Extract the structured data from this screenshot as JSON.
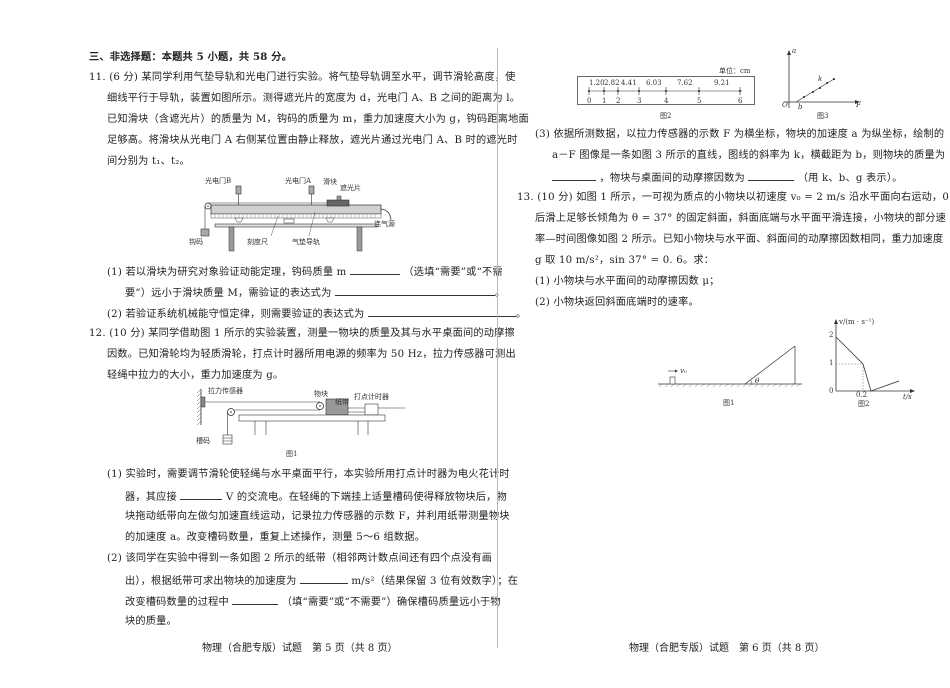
{
  "left_page": {
    "section_header": "三、非选择题：本题共 5 小题，共 58 分。",
    "q11": {
      "lines": [
        "11. (6 分) 某同学利用气垫导轨和光电门进行实验。将气垫导轨调至水平，调节滑轮高度，使",
        "细线平行于导轨，装置如图所示。测得遮光片的宽度为 d，光电门 A、B 之间的距离为 l。",
        "已知滑块（含遮光片）的质量为 M，钩码的质量为 m，重力加速度大小为 g，钩码距离地面",
        "足够高。将滑块从光电门 A 右侧某位置由静止释放，遮光片通过光电门 A、B 时的遮光时",
        "间分别为 t₁、t₂。"
      ],
      "figure_labels": {
        "gate_b": "光电门B",
        "gate_a": "光电门A",
        "slider": "滑块",
        "shade": "遮光片",
        "air_source": "连气源",
        "hook_weight": "钩码",
        "ruler": "刻度尺",
        "air_track": "气垫导轨"
      },
      "part1_a": "(1) 若以滑块为研究对象验证动能定理，钩码质量 m",
      "part1_b": "（选填“需要”或“不需",
      "part1_c": "要”）远小于滑块质量 M，需验证的表达式为",
      "part2": "(2) 若验证系统机械能守恒定律，则需要验证的表达式为",
      "period": "。"
    },
    "q12": {
      "lines": [
        "12. (10 分) 某同学借助图 1 所示的实验装置，测量一物块的质量及其与水平桌面间的动摩擦",
        "因数。已知滑轮均为轻质滑轮，打点计时器所用电源的频率为 50 Hz，拉力传感器可测出",
        "轻绳中拉力的大小，重力加速度为 g。"
      ],
      "figure_labels": {
        "sensor": "拉力传感器",
        "block": "物块",
        "tape": "纸带",
        "timer": "打点计时器",
        "weights": "槽码",
        "caption": "图1"
      },
      "part1": [
        "(1) 实验时，需要调节滑轮使轻绳与水平桌面平行，本实验所用打点计时器为电火花计时",
        "器，其应接",
        "V 的交流电。在轻绳的下端挂上适量槽码使得释放物块后，物",
        "块拖动纸带向左做匀加速直线运动，记录拉力传感器的示数 F，并利用纸带测量物块",
        "的加速度 a。改变槽码数量，重复上述操作，测量 5～6 组数据。"
      ],
      "part2": [
        "(2) 该同学在实验中得到一条如图 2 所示的纸带（相邻两计数点间还有四个点没有画",
        "出），根据纸带可求出物块的加速度为",
        "m/s²（结果保留 3 位有效数字）；在",
        "改变槽码数量的过程中",
        "（填“需要”或“不需要”）确保槽码质量远小于物",
        "块的质量。"
      ]
    },
    "footer": "物理（合肥专版）试题　第 5 页（共 8 页）"
  },
  "right_page": {
    "tape_figure": {
      "unit": "单位：cm",
      "segments": [
        "1.20",
        "2.82",
        "4.41",
        "6.03",
        "7.62",
        "9.21"
      ],
      "points": [
        "0",
        "1",
        "2",
        "3",
        "4",
        "5",
        "6"
      ],
      "caption": "图2"
    },
    "af_graph": {
      "y_axis": "a",
      "x_axis": "F",
      "origin": "O",
      "intercept": "b",
      "slope": "k",
      "caption": "图3"
    },
    "q12_part3": [
      "(3) 依据所测数据，以拉力传感器的示数 F 为横坐标，物块的加速度 a 为纵坐标，绘制的",
      "a－F 图像是一条如图 3 所示的直线，图线的斜率为 k，横截距为 b，则物块的质量为",
      "，物块与桌面间的动摩擦因数为",
      "（用 k、b、g 表示）。"
    ],
    "q13": {
      "lines": [
        "13. (10 分) 如图 1 所示，一可视为质点的小物块以初速度 v₀ = 2 m/s 沿水平面向右运动，0. 2 s",
        "后滑上足够长倾角为 θ = 37° 的固定斜面，斜面底端与水平面平滑连接，小物块的部分速",
        "率—时间图像如图 2 所示。已知小物块与水平面、斜面间的动摩擦因数相同，重力加速度",
        "g 取 10 m/s²，sin 37° = 0. 6。求：",
        "(1) 小物块与水平面间的动摩擦因数 μ；",
        "(2) 小物块返回斜面底端时的速率。"
      ],
      "fig1": {
        "v0": "v₀",
        "theta": "θ",
        "caption": "图1"
      },
      "fig2": {
        "y_axis": "v/(m · s⁻¹)",
        "x_axis": "t/s",
        "y_ticks": [
          "2",
          "1",
          "0"
        ],
        "x_ticks": [
          "0.2"
        ],
        "caption": "图2"
      }
    },
    "footer": "物理（合肥专版）试题　第 6 页（共 8 页）"
  }
}
